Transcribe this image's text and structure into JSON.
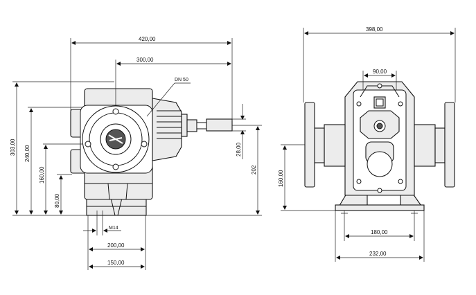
{
  "dims": {
    "front_total_width": "420,00",
    "front_shaft_width": "300,00",
    "port_label": "DN 50",
    "front_total_height": "303,00",
    "front_h240": "240,00",
    "front_h160": "160,00",
    "front_h80": "80,00",
    "shaft_dia": "28,00",
    "shaft_height": "202",
    "bolt_thread": "M14",
    "base_200": "200,00",
    "base_150": "150,00",
    "side_total_width": "398,00",
    "side_top_90": "90,00",
    "side_h160": "160,00",
    "side_base_180": "180,00",
    "side_base_232": "232,00"
  }
}
